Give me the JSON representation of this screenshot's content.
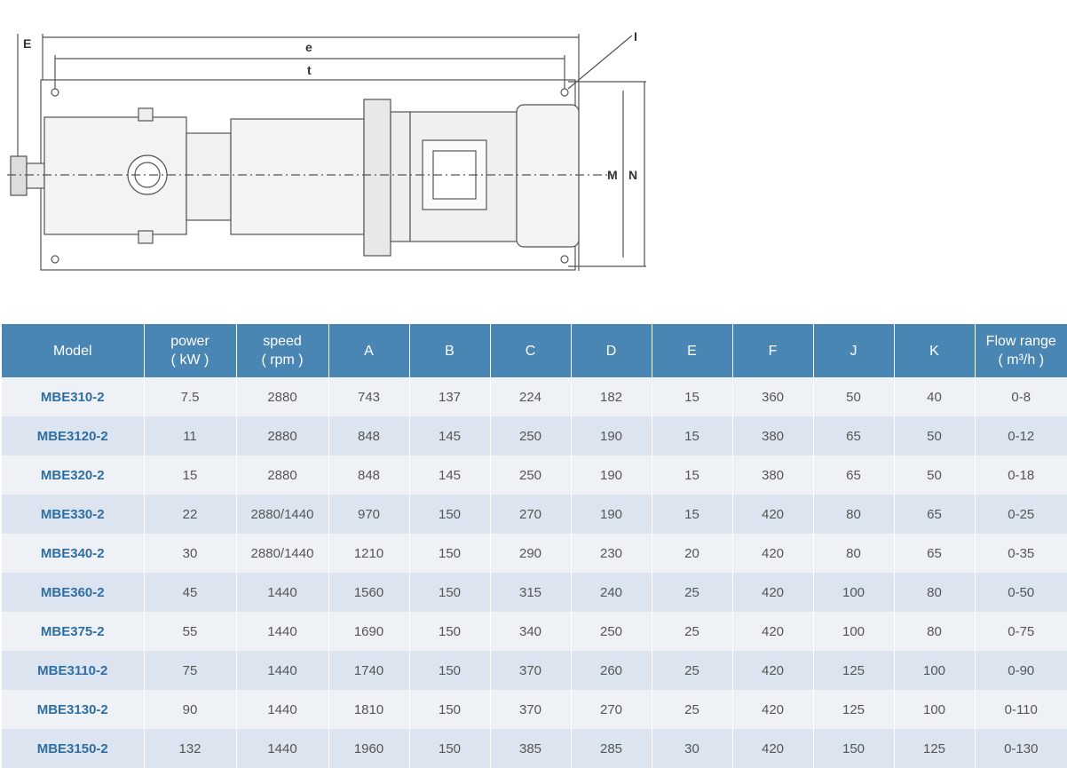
{
  "drawing": {
    "dimension_labels": [
      "E",
      "e",
      "t",
      "I",
      "M",
      "N"
    ]
  },
  "table": {
    "headers": [
      {
        "line1": "Model",
        "line2": ""
      },
      {
        "line1": "power",
        "line2": "( kW )"
      },
      {
        "line1": "speed",
        "line2": "( rpm )"
      },
      {
        "line1": "A",
        "line2": ""
      },
      {
        "line1": "B",
        "line2": ""
      },
      {
        "line1": "C",
        "line2": ""
      },
      {
        "line1": "D",
        "line2": ""
      },
      {
        "line1": "E",
        "line2": ""
      },
      {
        "line1": "F",
        "line2": ""
      },
      {
        "line1": "J",
        "line2": ""
      },
      {
        "line1": "K",
        "line2": ""
      },
      {
        "line1": "Flow range",
        "line2": "( m³/h )"
      }
    ],
    "rows": [
      [
        "MBE310-2",
        "7.5",
        "2880",
        "743",
        "137",
        "224",
        "182",
        "15",
        "360",
        "50",
        "40",
        "0-8"
      ],
      [
        "MBE3120-2",
        "11",
        "2880",
        "848",
        "145",
        "250",
        "190",
        "15",
        "380",
        "65",
        "50",
        "0-12"
      ],
      [
        "MBE320-2",
        "15",
        "2880",
        "848",
        "145",
        "250",
        "190",
        "15",
        "380",
        "65",
        "50",
        "0-18"
      ],
      [
        "MBE330-2",
        "22",
        "2880/1440",
        "970",
        "150",
        "270",
        "190",
        "15",
        "420",
        "80",
        "65",
        "0-25"
      ],
      [
        "MBE340-2",
        "30",
        "2880/1440",
        "1210",
        "150",
        "290",
        "230",
        "20",
        "420",
        "80",
        "65",
        "0-35"
      ],
      [
        "MBE360-2",
        "45",
        "1440",
        "1560",
        "150",
        "315",
        "240",
        "25",
        "420",
        "100",
        "80",
        "0-50"
      ],
      [
        "MBE375-2",
        "55",
        "1440",
        "1690",
        "150",
        "340",
        "250",
        "25",
        "420",
        "100",
        "80",
        "0-75"
      ],
      [
        "MBE3110-2",
        "75",
        "1440",
        "1740",
        "150",
        "370",
        "260",
        "25",
        "420",
        "125",
        "100",
        "0-90"
      ],
      [
        "MBE3130-2",
        "90",
        "1440",
        "1810",
        "150",
        "370",
        "270",
        "25",
        "420",
        "125",
        "100",
        "0-110"
      ],
      [
        "MBE3150-2",
        "132",
        "1440",
        "1960",
        "150",
        "385",
        "285",
        "30",
        "420",
        "150",
        "125",
        "0-130"
      ]
    ]
  }
}
